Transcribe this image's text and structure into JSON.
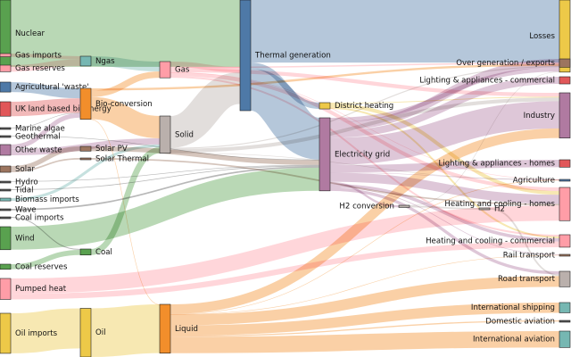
{
  "chart_data": {
    "type": "sankey",
    "title": "",
    "unit": "",
    "nodes": [
      {
        "id": "nuclear",
        "label": "Nuclear",
        "color": "#59a14f"
      },
      {
        "id": "gas_imports",
        "label": "Gas imports",
        "color": "#ff9da7"
      },
      {
        "id": "gas_reserves",
        "label": "Gas reserves",
        "color": "#ff9da7"
      },
      {
        "id": "agri_waste",
        "label": "Agricultural 'waste'",
        "color": "#4e79a7"
      },
      {
        "id": "uk_bio",
        "label": "UK land based bioenergy",
        "color": "#e15759"
      },
      {
        "id": "marine_algae",
        "label": "Marine algae",
        "color": "#555555"
      },
      {
        "id": "geothermal",
        "label": "Geothermal",
        "color": "#555555"
      },
      {
        "id": "other_waste",
        "label": "Other waste",
        "color": "#b07aa1"
      },
      {
        "id": "solar",
        "label": "Solar",
        "color": "#9c755f"
      },
      {
        "id": "hydro",
        "label": "Hydro",
        "color": "#555555"
      },
      {
        "id": "tidal",
        "label": "Tidal",
        "color": "#555555"
      },
      {
        "id": "biomass_imports",
        "label": "Biomass imports",
        "color": "#76b7b2"
      },
      {
        "id": "wave",
        "label": "Wave",
        "color": "#555555"
      },
      {
        "id": "coal_imports",
        "label": "Coal imports",
        "color": "#555555"
      },
      {
        "id": "wind",
        "label": "Wind",
        "color": "#59a14f"
      },
      {
        "id": "coal_reserves",
        "label": "Coal reserves",
        "color": "#59a14f"
      },
      {
        "id": "pumped_heat",
        "label": "Pumped heat",
        "color": "#ff9da7"
      },
      {
        "id": "oil_imports",
        "label": "Oil imports",
        "color": "#edc948"
      },
      {
        "id": "ngas",
        "label": "Ngas",
        "color": "#76b7b2"
      },
      {
        "id": "bio_conv",
        "label": "Bio-conversion",
        "color": "#f28e2b"
      },
      {
        "id": "solar_pv",
        "label": "Solar PV",
        "color": "#9c755f"
      },
      {
        "id": "solar_thermal",
        "label": "Solar Thermal",
        "color": "#9c755f"
      },
      {
        "id": "coal",
        "label": "Coal",
        "color": "#59a14f"
      },
      {
        "id": "oil",
        "label": "Oil",
        "color": "#edc948"
      },
      {
        "id": "gas",
        "label": "Gas",
        "color": "#ff9da7"
      },
      {
        "id": "solid",
        "label": "Solid",
        "color": "#bab0ac"
      },
      {
        "id": "liquid",
        "label": "Liquid",
        "color": "#f28e2b"
      },
      {
        "id": "thermal_gen",
        "label": "Thermal generation",
        "color": "#4e79a7"
      },
      {
        "id": "district_heating",
        "label": "District heating",
        "color": "#edc948"
      },
      {
        "id": "electricity_grid",
        "label": "Electricity grid",
        "color": "#b07aa1"
      },
      {
        "id": "h2_conversion",
        "label": "H2 conversion",
        "color": "#bab0ac"
      },
      {
        "id": "h2",
        "label": "H2",
        "color": "#bab0ac"
      },
      {
        "id": "losses",
        "label": "Losses",
        "color": "#edc948"
      },
      {
        "id": "over_gen",
        "label": "Over generation / exports",
        "color": "#9c755f"
      },
      {
        "id": "light_comm",
        "label": "Lighting & appliances - commercial",
        "color": "#e15759"
      },
      {
        "id": "industry",
        "label": "Industry",
        "color": "#b07aa1"
      },
      {
        "id": "light_homes",
        "label": "Lighting & appliances - homes",
        "color": "#e15759"
      },
      {
        "id": "agriculture",
        "label": "Agriculture",
        "color": "#4e79a7"
      },
      {
        "id": "heat_homes",
        "label": "Heating and cooling - homes",
        "color": "#ff9da7"
      },
      {
        "id": "heat_comm",
        "label": "Heating and cooling - commercial",
        "color": "#ff9da7"
      },
      {
        "id": "rail",
        "label": "Rail transport",
        "color": "#9c755f"
      },
      {
        "id": "road",
        "label": "Road transport",
        "color": "#bab0ac"
      },
      {
        "id": "int_shipping",
        "label": "International shipping",
        "color": "#76b7b2"
      },
      {
        "id": "dom_aviation",
        "label": "Domestic aviation",
        "color": "#555555"
      },
      {
        "id": "int_aviation",
        "label": "International aviation",
        "color": "#76b7b2"
      }
    ],
    "links": [
      {
        "source": "nuclear",
        "target": "thermal_gen",
        "value": 839.978
      },
      {
        "source": "gas_imports",
        "target": "ngas",
        "value": 40.719
      },
      {
        "source": "gas_reserves",
        "target": "ngas",
        "value": 82.233
      },
      {
        "source": "agri_waste",
        "target": "bio_conv",
        "value": 124.729
      },
      {
        "source": "uk_bio",
        "target": "bio_conv",
        "value": 182.01
      },
      {
        "source": "marine_algae",
        "target": "bio_conv",
        "value": 4.375
      },
      {
        "source": "geothermal",
        "target": "electricity_grid",
        "value": 7.013
      },
      {
        "source": "other_waste",
        "target": "bio_conv",
        "value": 56.587
      },
      {
        "source": "other_waste",
        "target": "solid",
        "value": 77.81
      },
      {
        "source": "solar",
        "target": "solar_pv",
        "value": 59.901
      },
      {
        "source": "solar",
        "target": "solar_thermal",
        "value": 19.263
      },
      {
        "source": "hydro",
        "target": "electricity_grid",
        "value": 6.995
      },
      {
        "source": "tidal",
        "target": "electricity_grid",
        "value": 9.452
      },
      {
        "source": "biomass_imports",
        "target": "solid",
        "value": 35
      },
      {
        "source": "wave",
        "target": "electricity_grid",
        "value": 19.013
      },
      {
        "source": "coal_imports",
        "target": "coal",
        "value": 11.606
      },
      {
        "source": "wind",
        "target": "electricity_grid",
        "value": 289.366
      },
      {
        "source": "coal_reserves",
        "target": "coal",
        "value": 63.965
      },
      {
        "source": "pumped_heat",
        "target": "heat_homes",
        "value": 193.026
      },
      {
        "source": "pumped_heat",
        "target": "heat_comm",
        "value": 70.672
      },
      {
        "source": "oil_imports",
        "target": "oil",
        "value": 504.287
      },
      {
        "source": "ngas",
        "target": "gas",
        "value": 122.952
      },
      {
        "source": "bio_conv",
        "target": "liquid",
        "value": 0.597
      },
      {
        "source": "bio_conv",
        "target": "losses",
        "value": 26.862
      },
      {
        "source": "bio_conv",
        "target": "solid",
        "value": 280.322
      },
      {
        "source": "bio_conv",
        "target": "gas",
        "value": 81.144
      },
      {
        "source": "solar_pv",
        "target": "electricity_grid",
        "value": 59.901
      },
      {
        "source": "solar_thermal",
        "target": "heat_homes",
        "value": 19.263
      },
      {
        "source": "coal",
        "target": "solid",
        "value": 75.571
      },
      {
        "source": "oil",
        "target": "liquid",
        "value": 611.99
      },
      {
        "source": "gas",
        "target": "heat_comm",
        "value": 22.505
      },
      {
        "source": "gas",
        "target": "heat_homes",
        "value": 46.184
      },
      {
        "source": "gas",
        "target": "industry",
        "value": 48.296
      },
      {
        "source": "gas",
        "target": "thermal_gen",
        "value": 68.111
      },
      {
        "source": "gas",
        "target": "agriculture",
        "value": 2.306
      },
      {
        "source": "gas",
        "target": "losses",
        "value": 16.694
      },
      {
        "source": "solid",
        "target": "thermal_gen",
        "value": 400.12
      },
      {
        "source": "solid",
        "target": "industry",
        "value": 46.477
      },
      {
        "source": "solid",
        "target": "agriculture",
        "value": 0.882
      },
      {
        "source": "solid",
        "target": "losses",
        "value": 13.624
      },
      {
        "source": "thermal_gen",
        "target": "electricity_grid",
        "value": 525.531
      },
      {
        "source": "thermal_gen",
        "target": "losses",
        "value": 787.129
      },
      {
        "source": "thermal_gen",
        "target": "district_heating",
        "value": 79.329
      },
      {
        "source": "district_heating",
        "target": "industry",
        "value": 10.639
      },
      {
        "source": "district_heating",
        "target": "heat_comm",
        "value": 22.505
      },
      {
        "source": "district_heating",
        "target": "heat_homes",
        "value": 46.184
      },
      {
        "source": "electricity_grid",
        "target": "over_gen",
        "value": 104.453
      },
      {
        "source": "electricity_grid",
        "target": "heat_homes",
        "value": 113.726
      },
      {
        "source": "electricity_grid",
        "target": "h2_conversion",
        "value": 27.14
      },
      {
        "source": "electricity_grid",
        "target": "industry",
        "value": 342.165
      },
      {
        "source": "electricity_grid",
        "target": "road",
        "value": 37.797
      },
      {
        "source": "electricity_grid",
        "target": "agriculture",
        "value": 4.412
      },
      {
        "source": "electricity_grid",
        "target": "heat_comm",
        "value": 40.858
      },
      {
        "source": "electricity_grid",
        "target": "losses",
        "value": 56.691
      },
      {
        "source": "electricity_grid",
        "target": "rail",
        "value": 7.863
      },
      {
        "source": "electricity_grid",
        "target": "light_comm",
        "value": 90.008
      },
      {
        "source": "electricity_grid",
        "target": "light_homes",
        "value": 93.494
      },
      {
        "source": "h2_conversion",
        "target": "h2",
        "value": 20.897
      },
      {
        "source": "h2_conversion",
        "target": "losses",
        "value": 6.242
      },
      {
        "source": "h2",
        "target": "road",
        "value": 20.897
      },
      {
        "source": "liquid",
        "target": "industry",
        "value": 121.066
      },
      {
        "source": "liquid",
        "target": "int_shipping",
        "value": 128.69
      },
      {
        "source": "liquid",
        "target": "road",
        "value": 135.835
      },
      {
        "source": "liquid",
        "target": "dom_aviation",
        "value": 14.458
      },
      {
        "source": "liquid",
        "target": "int_aviation",
        "value": 206.267
      },
      {
        "source": "liquid",
        "target": "agriculture",
        "value": 3.64
      },
      {
        "source": "liquid",
        "target": "rail",
        "value": 4.413
      }
    ]
  }
}
